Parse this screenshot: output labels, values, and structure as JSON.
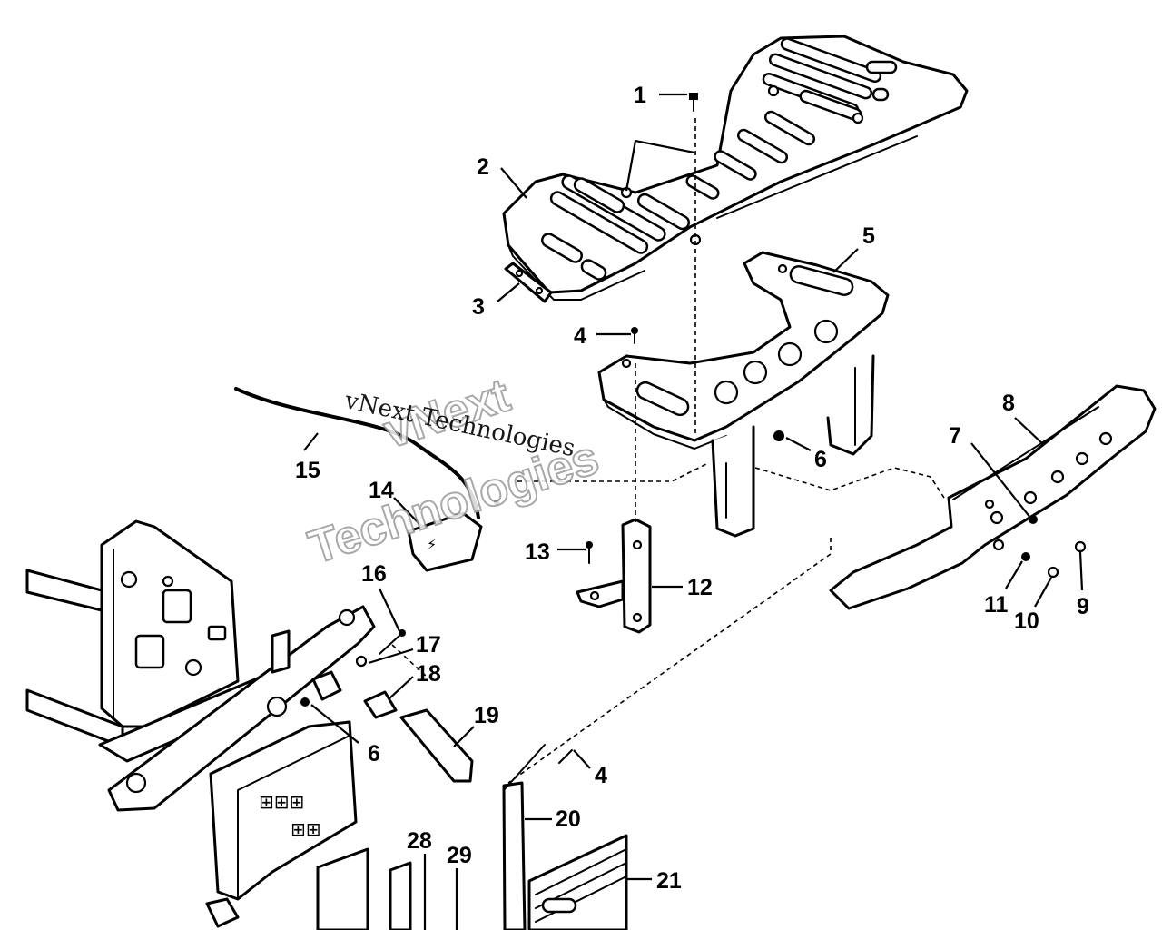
{
  "watermark": {
    "line_a": "vNext Technologies",
    "line_b_top": "vNext",
    "line_b_bottom": "Technologies"
  },
  "callouts": [
    {
      "id": "c1",
      "text": "1"
    },
    {
      "id": "c2",
      "text": "2"
    },
    {
      "id": "c3",
      "text": "3"
    },
    {
      "id": "c4a",
      "text": "4"
    },
    {
      "id": "c5",
      "text": "5"
    },
    {
      "id": "c6a",
      "text": "6"
    },
    {
      "id": "c7",
      "text": "7"
    },
    {
      "id": "c8",
      "text": "8"
    },
    {
      "id": "c9",
      "text": "9"
    },
    {
      "id": "c10",
      "text": "10"
    },
    {
      "id": "c11",
      "text": "11"
    },
    {
      "id": "c12",
      "text": "12"
    },
    {
      "id": "c13",
      "text": "13"
    },
    {
      "id": "c14",
      "text": "14"
    },
    {
      "id": "c15",
      "text": "15"
    },
    {
      "id": "c16",
      "text": "16"
    },
    {
      "id": "c17",
      "text": "17"
    },
    {
      "id": "c18",
      "text": "18"
    },
    {
      "id": "c19",
      "text": "19"
    },
    {
      "id": "c6b",
      "text": "6"
    },
    {
      "id": "c4b",
      "text": "4"
    },
    {
      "id": "c20",
      "text": "20"
    },
    {
      "id": "c21",
      "text": "21"
    },
    {
      "id": "c28",
      "text": "28"
    },
    {
      "id": "c29",
      "text": "29"
    }
  ]
}
